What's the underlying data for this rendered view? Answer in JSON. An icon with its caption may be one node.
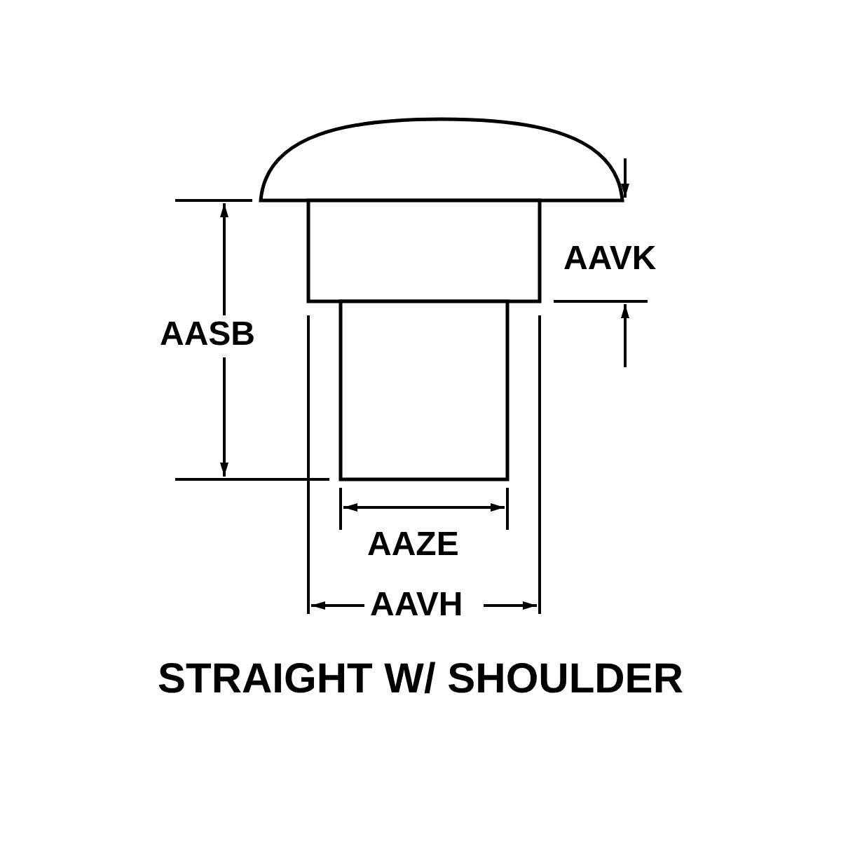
{
  "diagram": {
    "caption": "STRAIGHT W/ SHOULDER",
    "labels": [
      "AAVK",
      "AASB",
      "AAZE",
      "AAVH"
    ]
  }
}
